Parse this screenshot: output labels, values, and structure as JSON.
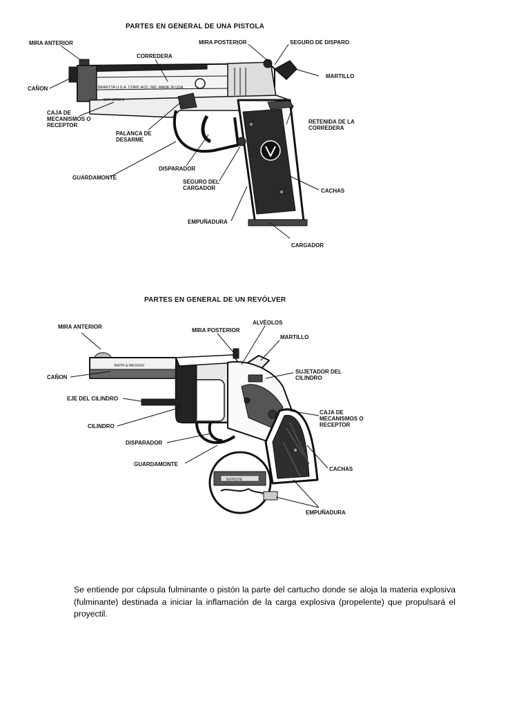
{
  "pistol": {
    "title": "PARTES EN GENERAL DE UNA PISTOLA",
    "slide_text": "BERETTA U.S.A. CORP.  ACC. MD. MADE IN USA",
    "serial_text": "BER 1200Z Z",
    "labels": {
      "mira_anterior": "MIRA ANTERIOR",
      "canon": "CAÑON",
      "corredera": "CORREDERA",
      "caja": "CAJA DE MECANISMOS O RECEPTOR",
      "palanca": "PALANCA DE DESARME",
      "guardamonte": "GUARDAMONTE",
      "disparador": "DISPARADOR",
      "seguro_cargador": "SEGURO DEL CARGADOR",
      "empunadura": "EMPUÑADURA",
      "cargador": "CARGADOR",
      "mira_posterior": "MIRA POSTERIOR",
      "seguro_disparo": "SEGURO DE DISPARO",
      "martillo": "MARTILLO",
      "retenida": "RETENIDA DE LA CORREDERA",
      "cachas": "CACHAS"
    }
  },
  "revolver": {
    "title": "PARTES EN GENERAL DE UN REVÓLVER",
    "barrel_text": "SMITH & WESSON",
    "inset_text": "ENTESTE",
    "labels": {
      "mira_anterior": "MIRA ANTERIOR",
      "canon": "CAÑON",
      "eje_cilindro": "EJE DEL CILINDRO",
      "cilindro": "CILINDRO",
      "disparador": "DISPARADOR",
      "guardamonte": "GUARDAMONTE",
      "mira_posterior": "MIRA POSTERIOR",
      "alveolos": "ALVÉOLOS",
      "martillo": "MARTILLO",
      "sujetador": "SUJETADOR DEL CILINDRO",
      "caja": "CAJA DE MECANISMOS O RECEPTOR",
      "cachas": "CACHAS",
      "empunadura": "EMPUÑADURA"
    }
  },
  "paragraph": "Se entiende por cápsula fulminante o pistón la parte del cartucho donde se aloja la materia explosiva (fulminante) destinada a iniciar la inflamación de la carga explosiva (propelente) que propulsará el proyectil."
}
